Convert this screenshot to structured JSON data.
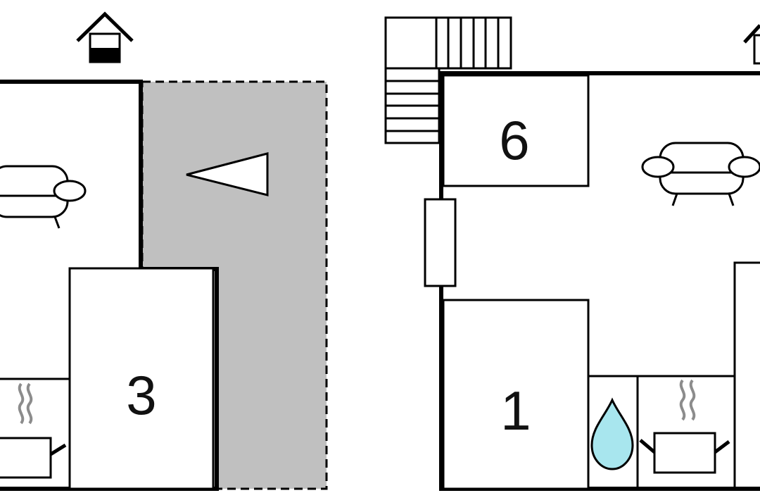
{
  "colors": {
    "wall": "#000000",
    "background": "#ffffff",
    "terrace": "#c0c0c0",
    "water_drop": "#a8e6ee",
    "steam": "#8c8c8c"
  },
  "rooms": [
    {
      "label": "3"
    },
    {
      "label": "6"
    },
    {
      "label": "1"
    }
  ],
  "icons": {
    "entrance": "house-entrance-icon",
    "sofa": "sofa-icon",
    "kitchen": "cooking-pot-icon",
    "bathroom": "water-drop-icon",
    "direction": "direction-arrow-icon",
    "stairs": "stairs-icon"
  }
}
